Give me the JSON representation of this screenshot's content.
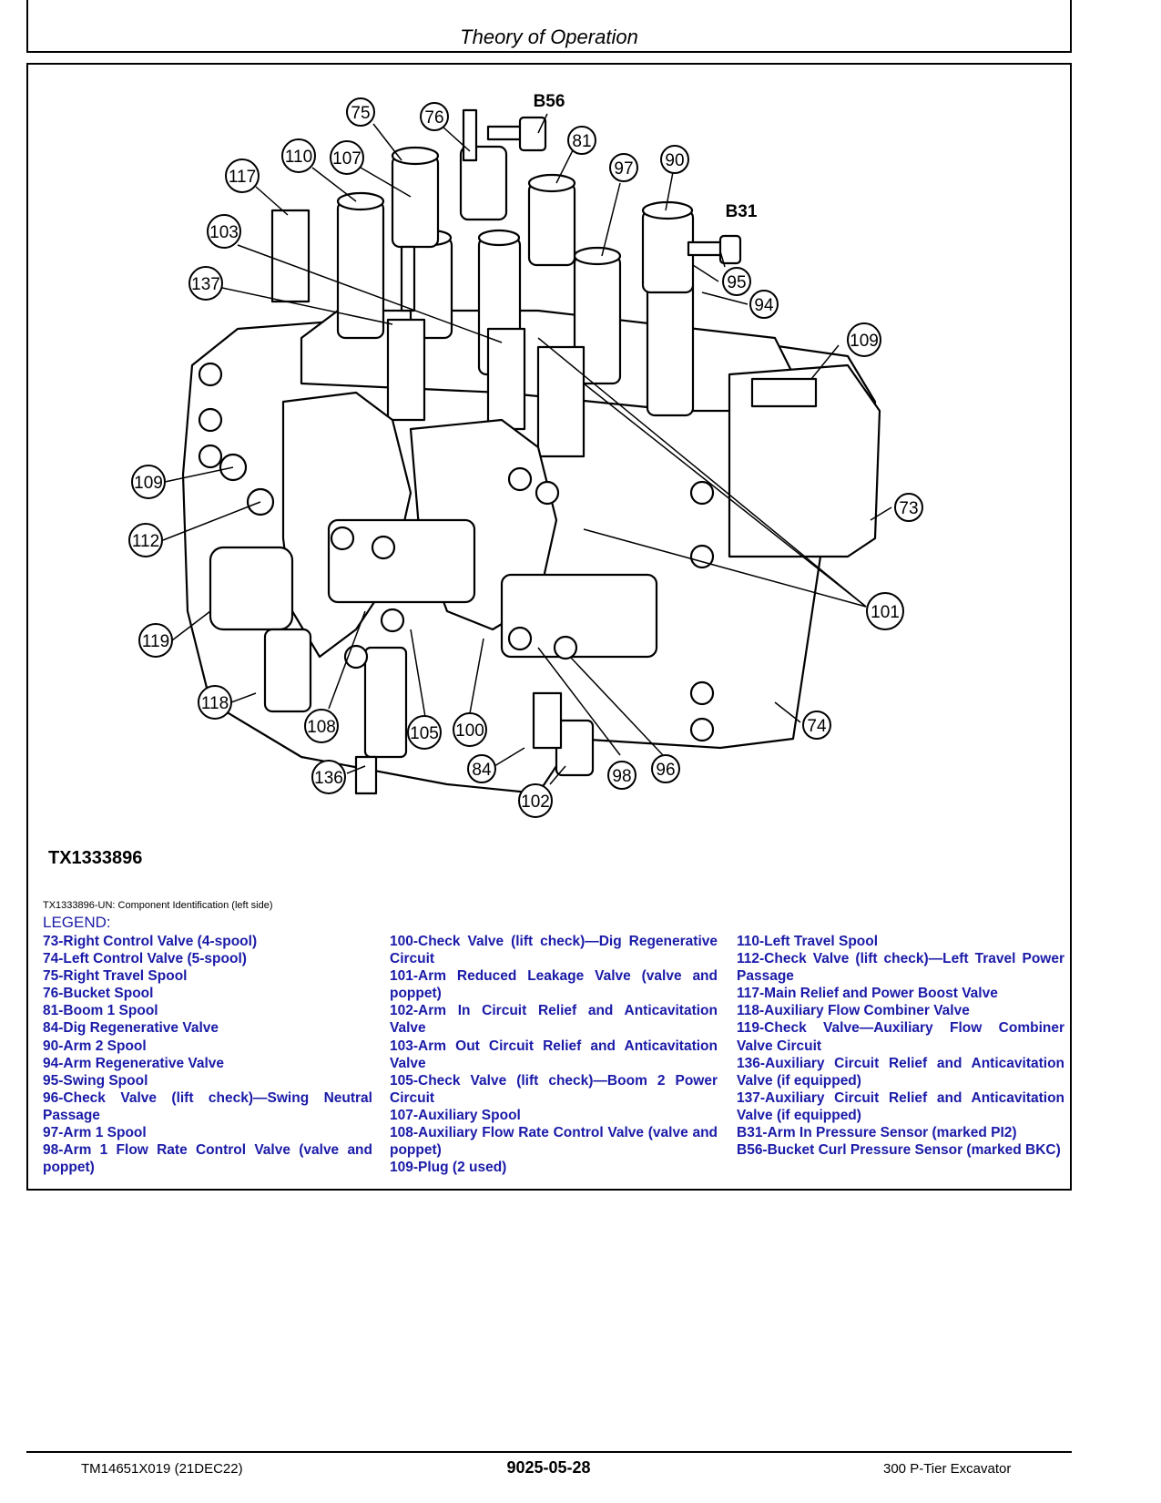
{
  "header": {
    "title": "Theory of Operation"
  },
  "figure": {
    "id": "TX1333896",
    "caption": "TX1333896-UN: Component Identification (left side)",
    "callouts": [
      "75",
      "76",
      "B56",
      "81",
      "110",
      "107",
      "97",
      "90",
      "117",
      "B31",
      "103",
      "95",
      "137",
      "94",
      "109",
      "109",
      "73",
      "112",
      "101",
      "119",
      "118",
      "74",
      "108",
      "105",
      "100",
      "136",
      "84",
      "98",
      "96",
      "102"
    ]
  },
  "legend": {
    "title": "LEGEND:",
    "col1": [
      "73-Right Control Valve (4-spool)",
      "74-Left Control Valve (5-spool)",
      "75-Right Travel Spool",
      "76-Bucket Spool",
      "81-Boom 1 Spool",
      "84-Dig Regenerative Valve",
      "90-Arm 2 Spool",
      "94-Arm Regenerative Valve",
      "95-Swing Spool",
      "96-Check Valve (lift check)—Swing Neutral Passage",
      "97-Arm 1 Spool",
      "98-Arm 1 Flow Rate Control Valve (valve and poppet)"
    ],
    "col2": [
      "100-Check Valve (lift check)—Dig Regenerative Circuit",
      "101-Arm Reduced Leakage Valve (valve and poppet)",
      "102-Arm In Circuit Relief and Anticavitation Valve",
      "103-Arm Out Circuit Relief and Anticavitation Valve",
      "105-Check Valve (lift check)—Boom 2 Power Circuit",
      "107-Auxiliary Spool",
      "108-Auxiliary Flow Rate Control Valve (valve and poppet)",
      "109-Plug (2 used)"
    ],
    "col3": [
      "110-Left Travel Spool",
      "112-Check Valve (lift check)—Left Travel Power Passage",
      "117-Main Relief and Power Boost Valve",
      "118-Auxiliary Flow Combiner Valve",
      "119-Check Valve—Auxiliary Flow Combiner Valve Circuit",
      "136-Auxiliary Circuit Relief and Anticavitation Valve (if equipped)",
      "137-Auxiliary Circuit Relief and Anticavitation Valve (if equipped)",
      "B31-Arm In Pressure Sensor (marked PI2)",
      "B56-Bucket Curl Pressure Sensor (marked BKC)"
    ]
  },
  "footer": {
    "left": "TM14651X019 (21DEC22)",
    "center": "9025-05-28",
    "right": "300 P-Tier Excavator"
  }
}
